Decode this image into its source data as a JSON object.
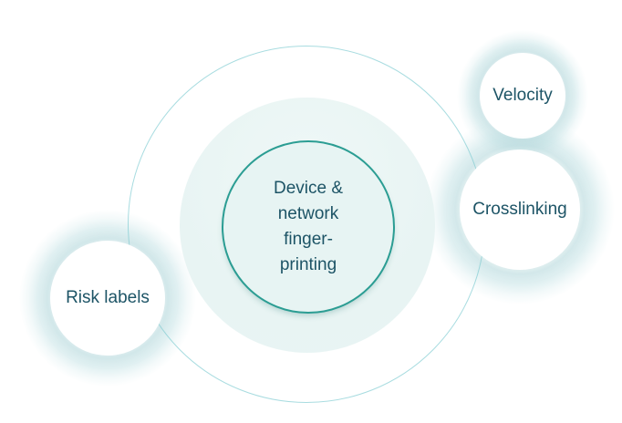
{
  "diagram": {
    "center": {
      "label": "Device &\nnetwork\nfinger-\nprinting"
    },
    "satellites": [
      {
        "id": "velocity",
        "label": "Velocity"
      },
      {
        "id": "crosslinking",
        "label": "Crosslinking"
      },
      {
        "id": "risk-labels",
        "label": "Risk labels"
      }
    ],
    "colors": {
      "accent_teal_border": "#2b9d93",
      "label_text": "#1d5466",
      "center_halo_fill": "#e8f5f4",
      "ring_tint": "#bedde0",
      "orbit_stroke": "#7ac9cf",
      "background": "#ffffff"
    }
  }
}
